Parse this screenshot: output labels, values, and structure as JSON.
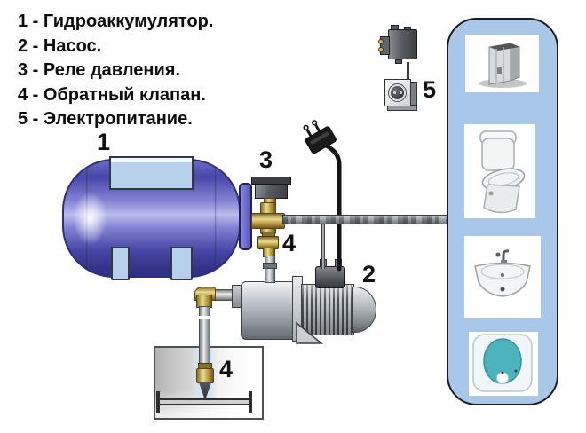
{
  "legend": {
    "lines": [
      "1 - Гидроаккумулятор.",
      "2 - Насос.",
      "3 - Реле давления.",
      "4 - Обратный клапан.",
      "5 - Электропитание."
    ]
  },
  "labels": {
    "hydroaccumulator": "1",
    "pump": "2",
    "pressure_relay": "3",
    "check_valve": "4",
    "foot_valve": "4",
    "power_supply": "5"
  },
  "fixtures": [
    {
      "icon": "shower-cabin-icon"
    },
    {
      "icon": "toilet-icon"
    },
    {
      "icon": "washbasin-icon"
    },
    {
      "icon": "water-heater-icon"
    }
  ],
  "colors": {
    "panel_bg": "#a9c7e9",
    "tank_blue": "#4646a6",
    "brass": "#c2a348",
    "pipe_steel": "#9aa0a6",
    "cable": "#141414",
    "water_heater_teal": "#4db3bd"
  }
}
